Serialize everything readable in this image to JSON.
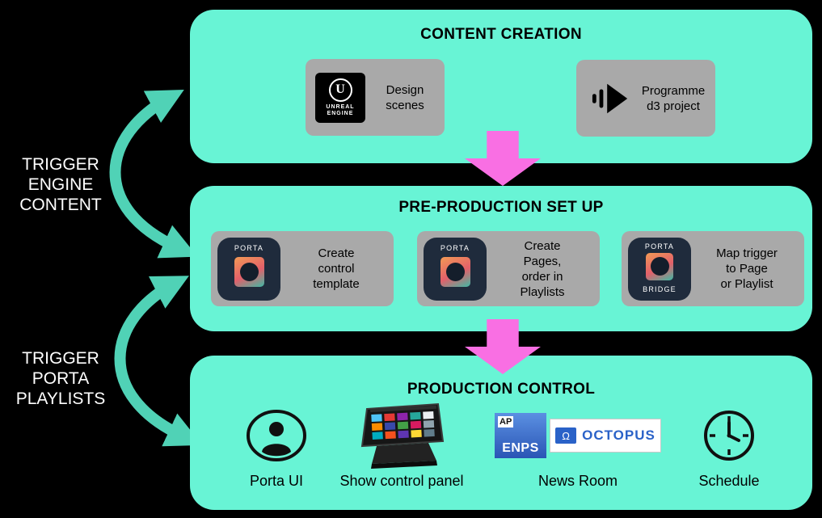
{
  "colors": {
    "section_bg": "#68F4D5",
    "trigger_arrow_teal": "#50D2B6",
    "flow_arrow_pink": "#F96FE3",
    "card_bg": "#A9A9A9",
    "porta_tile_bg": "#1F2B3C"
  },
  "left_annotations": [
    "TRIGGER\nENGINE\nCONTENT",
    "TRIGGER\nPORTA\nPLAYLISTS"
  ],
  "sections": {
    "content_creation": {
      "title": "CONTENT CREATION",
      "cards": [
        {
          "icon": "unreal-engine-icon",
          "label": "Design\nscenes"
        },
        {
          "icon": "disguise-d3-icon",
          "label": "Programme\nd3 project"
        }
      ]
    },
    "pre_production": {
      "title": "PRE-PRODUCTION SET UP",
      "cards": [
        {
          "icon": "porta-icon",
          "label": "Create\ncontrol\ntemplate"
        },
        {
          "icon": "porta-icon",
          "label": "Create\nPages,\norder in\nPlaylists"
        },
        {
          "icon": "porta-bridge-icon",
          "label": "Map trigger\nto Page\nor Playlist"
        }
      ]
    },
    "production_control": {
      "title": "PRODUCTION CONTROL",
      "items": [
        {
          "icon": "user-icon",
          "label": "Porta UI"
        },
        {
          "icon": "stream-deck-icon",
          "label": "Show control panel"
        },
        {
          "icon": "newsroom-logos",
          "label": "News Room"
        },
        {
          "icon": "clock-icon",
          "label": "Schedule"
        }
      ]
    }
  },
  "logos": {
    "unreal": {
      "letter": "U",
      "line1": "UNREAL",
      "line2": "ENGINE"
    },
    "porta": "PORTA",
    "bridge": "BRIDGE",
    "ap": "AP",
    "enps": "ENPS",
    "omega": "Ω",
    "octopus": "OCTOPUS"
  }
}
